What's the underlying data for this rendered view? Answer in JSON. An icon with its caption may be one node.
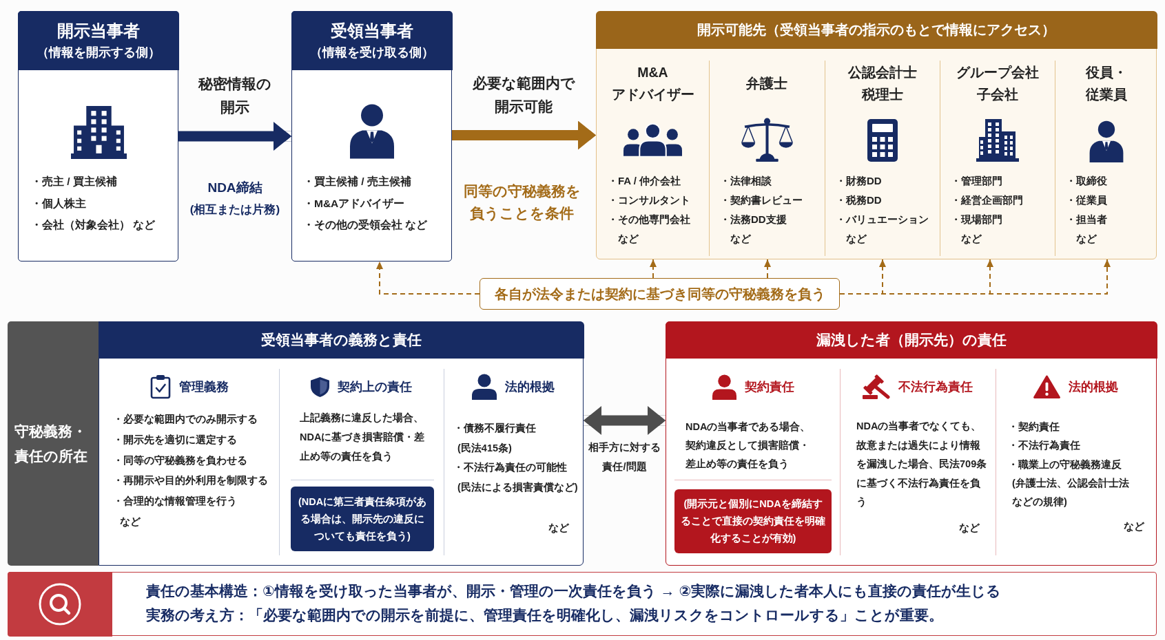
{
  "diagram": {
    "nodes": [
      {
        "text": [
          "開示当事者",
          "（情報を開示する側）",
          "・売主 / 買主候補",
          "・個人株主",
          "・会社（対象会社） など"
        ]
      },
      {
        "text": [
          "受領当事者",
          "（情報を受け取る側）",
          "・買主候補 / 売主候補",
          "・M&Aアドバイザー",
          "・その他の受領会社 など"
        ]
      },
      {
        "text": [
          "開示可能先（受領当事者の指示のもとで情報にアクセス）"
        ]
      },
      {
        "text": [
          "M&A アドバイザー",
          "・FA / 仲介会社",
          "・コンサルタント",
          "・その他専門会社",
          "など"
        ],
        "in": 2
      },
      {
        "text": [
          "弁護士",
          "・法律相談",
          "・契約書レビュー",
          "・法務DD支援",
          "など"
        ],
        "in": 2
      },
      {
        "text": [
          "公認会計士",
          "税理士",
          "・財務DD",
          "・税務DD",
          "・バリュエーション",
          "など"
        ],
        "in": 2
      },
      {
        "text": [
          "グループ会社",
          "子会社",
          "・管理部門",
          "・経営企画部門",
          "・現場部門",
          "など"
        ],
        "in": 2
      },
      {
        "text": [
          "役員・従業員",
          "・取締役",
          "・従業員",
          "・担当者",
          "など"
        ],
        "in": 2
      },
      {
        "text": [
          "各自が法令または契約に基づき同等の守秘義務を負う"
        ]
      },
      {
        "text": [
          "守秘義務・責任の所在"
        ]
      },
      {
        "text": [
          "受領当事者の義務と責任",
          "管理義務",
          "・必要な範囲内でのみ開示する",
          "・開示先を適切に選定する",
          "・同等の守秘義務を負わせる",
          "・再開示や目的外利用を制限する",
          "・合理的な情報管理を行う",
          "など",
          "契約上の責任",
          "上記義務に違反した場合、NDAに基づき損害賠償・差止め等の責任を負う",
          "法的根拠",
          "・債務不履行責任",
          "(民法415条)",
          "・不法行為責任の可能性",
          "(民法による損害責償など)",
          "など"
        ]
      },
      {
        "text": [
          "(NDAに第三者責任条項がある場合は、開示先の違反についても責任を負う)"
        ],
        "in": 10
      },
      {
        "text": [
          "漏洩した者（開示先）の責任",
          "契約責任",
          "NDAの当事者である場合、契約違反として損害賠償・差止め等の責任を負う",
          "不法行為責任",
          "NDAの当事者でなくても、故意または過失により情報を漏洩した場合、民法709条に基づく不法行為責任を負う",
          "など",
          "法的根拠",
          "・契約責任",
          "・不法行為責任",
          "・職業上の守秘義務違反",
          "(弁護士法、公認会計士法などの規律)",
          "など"
        ]
      },
      {
        "text": [
          "(開示元と個別にNDAを締結することで直接の契約責任を明確化することが有効)"
        ],
        "in": 12
      },
      {
        "text": [
          "責任の基本構造：①情報を受け取った当事者が、開示・管理の一次責任を負う → ②実際に漏洩した者本人にも直接の責任が生じる",
          "実務の考え方：「必要な範囲内での開示を前提に、管理責任を明確化し、漏洩リスクをコントロールする」ことが重要。"
        ]
      }
    ],
    "edges": [
      {
        "from": 0,
        "to": 1,
        "arrow": "to",
        "label": "秘密情報の開示",
        "style": "thick",
        "color": "#172b63"
      },
      {
        "from": 1,
        "to": 2,
        "arrow": "to",
        "label": "必要な範囲内で開示可能",
        "style": "thick"
      },
      {
        "from": 8,
        "to": 1,
        "arrow": "to",
        "style": "dashed"
      },
      {
        "from": 8,
        "to": 3,
        "arrow": "to",
        "style": "dashed"
      },
      {
        "from": 8,
        "to": 4,
        "arrow": "to",
        "style": "dashed"
      },
      {
        "from": 8,
        "to": 5,
        "arrow": "to",
        "style": "dashed"
      },
      {
        "from": 8,
        "to": 6,
        "arrow": "to",
        "style": "dashed"
      },
      {
        "from": 8,
        "to": 7,
        "arrow": "to",
        "style": "dashed"
      },
      {
        "from": 10,
        "to": 12,
        "arrow": "both",
        "label": "相手方に対する責任/問題",
        "style": "thick",
        "color": "#4d4d4d"
      }
    ],
    "labels": [
      "NDA締結",
      "(相互または片務)",
      "同等の守秘義務を負うことを条件"
    ]
  }
}
